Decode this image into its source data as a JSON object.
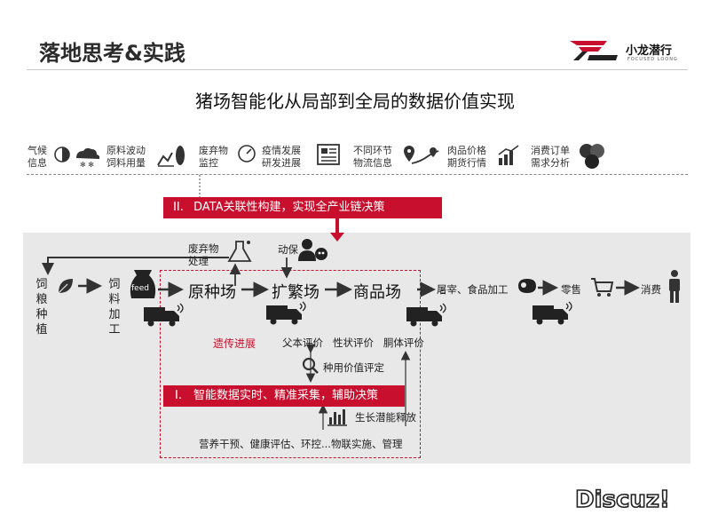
{
  "header": {
    "title": "落地思考&实践",
    "logo_text": "小龙潜行",
    "logo_sub": "FOCUSED LOONG"
  },
  "subtitle": "猪场智能化从局部到全局的数据价值实现",
  "info_sources": [
    {
      "label": "气候\n信息",
      "icon": "weather-icon"
    },
    {
      "label": "原料波动\n饲料用量",
      "icon": "crop-chart-icon"
    },
    {
      "label": "废弃物\n监控",
      "icon": "gauge-icon"
    },
    {
      "label": "疫情发展\n研发进展",
      "icon": "newspaper-icon"
    },
    {
      "label": "不同环节\n物流信息",
      "icon": "route-icon"
    },
    {
      "label": "肉品价格\n期货行情",
      "icon": "trend-icon"
    },
    {
      "label": "消费订单\n需求分析",
      "icon": "people-icon"
    }
  ],
  "banner_top": {
    "num": "II.",
    "text": "DATA关联性构建，实现全产业链决策"
  },
  "banner_bottom": {
    "num": "I.",
    "text": "智能数据实时、精准采集，辅助决策"
  },
  "flow": {
    "grain": "饲\n粮\n种\n植",
    "feed_process": "饲\n料\n加\n工",
    "feed_tag": "feed",
    "waste": "废弃物\n处理",
    "vet": "动保",
    "breeding": "原种场",
    "expansion": "扩繁场",
    "commercial": "商品场",
    "slaughter": "屠宰、食品加工",
    "retail": "零售",
    "consume": "消费"
  },
  "details": {
    "genetic": "遗传进展",
    "evals": "父本评价   性状评价   胴体评价",
    "pig_eval": "种用价值评定",
    "growth": "生长潜能释放",
    "management": "营养干预、健康评估、环控...物联实施、管理"
  },
  "watermark": "Discuz!"
}
